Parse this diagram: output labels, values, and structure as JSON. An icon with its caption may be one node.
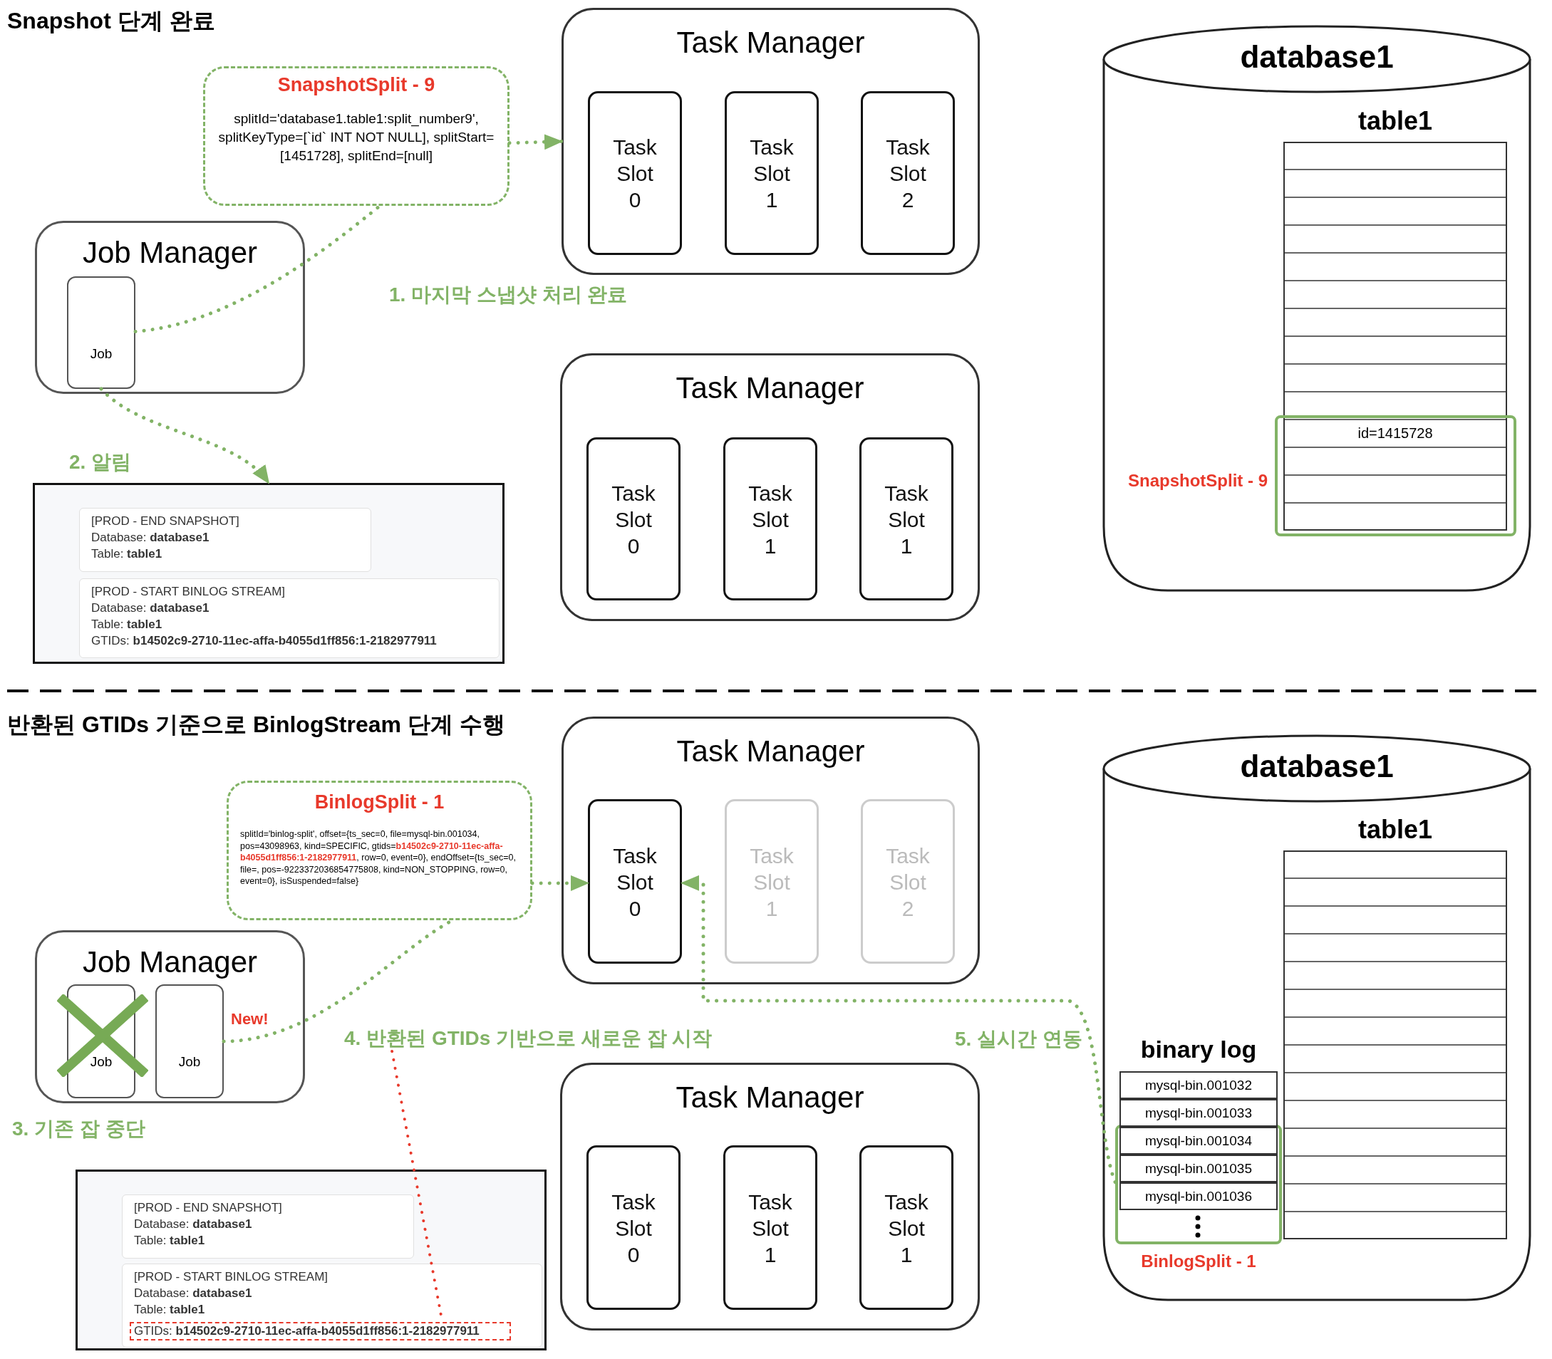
{
  "diagram": {
    "nodes": [
      {
        "text": [
          "SnapshotSplit - 9",
          "splitId='database1.table1:split_number9', splitKeyType=[`id` INT NOT NULL], splitStart=[1451728], splitEnd=[null]"
        ]
      },
      {
        "text": [
          "Task Manager"
        ]
      },
      {
        "text": [
          "Task Slot 0"
        ],
        "in": 1
      },
      {
        "text": [
          "Task Slot 1"
        ],
        "in": 1
      },
      {
        "text": [
          "Task Slot 2"
        ],
        "in": 1
      },
      {
        "text": [
          "database1"
        ]
      },
      {
        "text": [
          "table1"
        ],
        "in": 5
      },
      {
        "text": [
          "id=1415728"
        ],
        "beside": [
          "SnapshotSplit - 9"
        ],
        "in": 6
      },
      {
        "text": [
          "Job Manager"
        ]
      },
      {
        "text": [
          "Job"
        ],
        "in": 8
      },
      {
        "text": [
          "Task Manager"
        ]
      },
      {
        "text": [
          "Task Slot 0"
        ],
        "in": 10
      },
      {
        "text": [
          "Task Slot 1"
        ],
        "in": 10
      },
      {
        "text": [
          "Task Slot 1"
        ],
        "in": 10
      },
      {
        "text": [],
        "shape": "box"
      },
      {
        "text": [
          "[PROD - END SNAPSHOT]",
          "Database: **database1**",
          "Table: **table1**"
        ],
        "in": 14
      },
      {
        "text": [
          "[PROD - START BINLOG STREAM]",
          "Database: **database1**",
          "Table: **table1**",
          "GTIDs: **b14502c9-2710-11ec-affa-b4055d1ff856:1-2182977911**"
        ],
        "in": 14
      },
      {
        "text": [
          "BinlogSplit - 1",
          "splitId='binlog-split', offset={ts_sec=0, file=mysql-bin.001034, pos=43098963, kind=SPECIFIC, gtids=**b14502c9-2710-11ec-affa-b4055d1ff856:1-2182977911**, row=0, event=0}, endOffset={ts_sec=0, file=, pos=-9223372036854775808, kind=NON_STOPPING, row=0, event=0}, isSuspended=false}"
        ]
      },
      {
        "text": [
          "Task Manager"
        ]
      },
      {
        "text": [
          "Task Slot 0"
        ],
        "in": 18
      },
      {
        "text": [
          "Task Slot 1"
        ],
        "in": 18
      },
      {
        "text": [
          "Task Slot 2"
        ],
        "in": 18
      },
      {
        "text": [
          "database1"
        ]
      },
      {
        "text": [
          "table1"
        ],
        "in": 22
      },
      {
        "text": [
          "binary log",
          "mysql-bin.001032",
          "mysql-bin.001033"
        ],
        "in": 22
      },
      {
        "text": [
          "mysql-bin.001034",
          "mysql-bin.001035",
          "mysql-bin.001036"
        ],
        "beside": [
          "BinlogSplit - 1"
        ],
        "in": 22
      },
      {
        "text": [
          "Job Manager"
        ]
      },
      {
        "text": [
          "Job"
        ],
        "in": 26
      },
      {
        "text": [
          "Job"
        ],
        "beside": [
          "New!"
        ],
        "in": 26
      },
      {
        "text": [
          "4. 반환된 GTIDs 기반으로 새로운 잡 시작"
        ]
      },
      {
        "text": [
          "Task Manager"
        ]
      },
      {
        "text": [
          "Task Slot 0"
        ],
        "in": 30
      },
      {
        "text": [
          "Task Slot 1"
        ],
        "in": 30
      },
      {
        "text": [
          "Task Slot 1"
        ],
        "in": 30
      },
      {
        "text": [],
        "shape": "box"
      },
      {
        "text": [
          "[PROD - END SNAPSHOT]",
          "Database: **database1**",
          "Table: **table1**"
        ],
        "in": 34
      },
      {
        "text": [
          "[PROD - START BINLOG STREAM]",
          "Database: **database1**",
          "Table: **table1**"
        ],
        "in": 34
      },
      {
        "text": [
          "GTIDs: **b14502c9-2710-11ec-affa-b4055d1ff856:1-2182977911**"
        ],
        "in": 36
      }
    ],
    "edges": [
      {
        "from": 0,
        "to": 1,
        "arrow": "to"
      },
      {
        "from": 9,
        "to": 0,
        "arrow": "none"
      },
      {
        "from": 9,
        "to": 14,
        "arrow": "to"
      },
      {
        "from": 28,
        "to": 17,
        "arrow": "none"
      },
      {
        "from": 17,
        "to": 19,
        "arrow": "to"
      },
      {
        "from": 25,
        "to": 19,
        "arrow": "to"
      },
      {
        "from": 29,
        "to": 37,
        "arrow": "none",
        "color": "#e8392b"
      }
    ],
    "labels": [
      "Snapshot 단계 완료",
      "1. 마지막 스냅샷 처리 완료",
      "2. 알림",
      "반환된 GTIDs 기준으로 BinlogStream 단계 수행",
      "3. 기존 잡 중단",
      "5. 실시간 연동"
    ]
  }
}
